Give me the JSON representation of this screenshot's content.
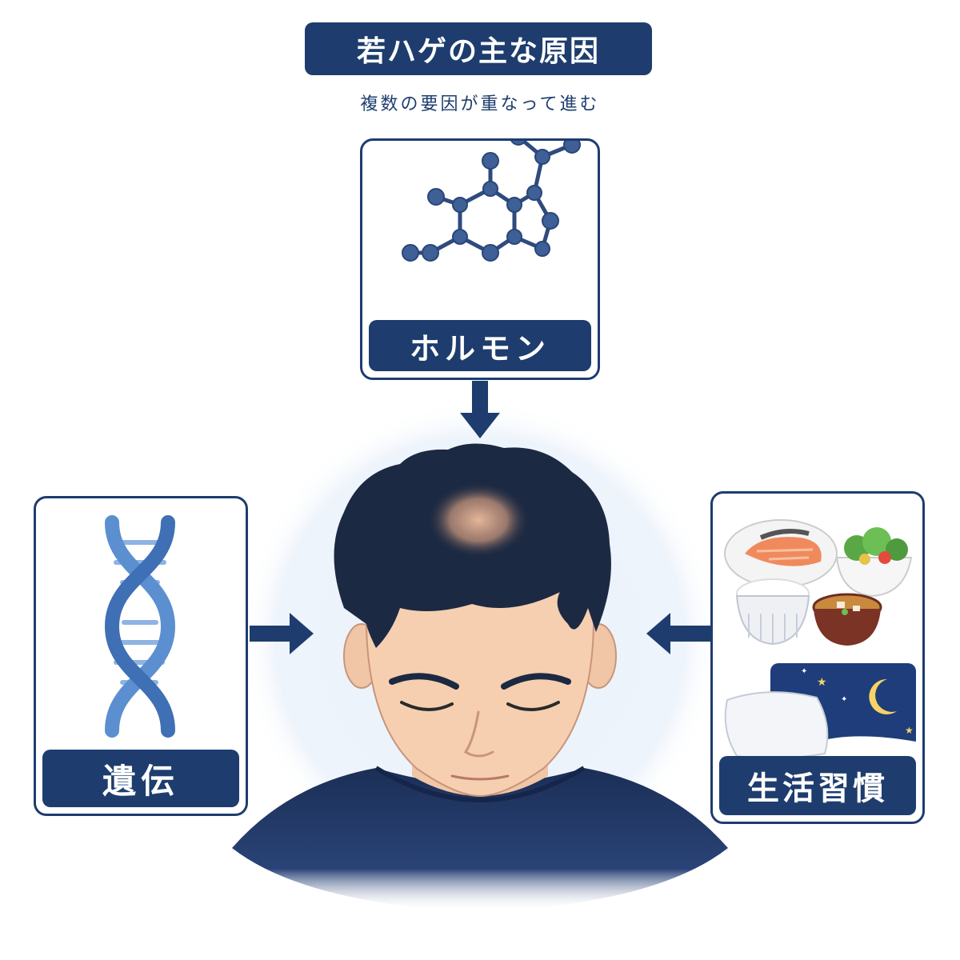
{
  "header": {
    "title": "若ハゲの主な原因",
    "subtitle": "複数の要因が重なって進む"
  },
  "causes": {
    "hormone": {
      "label": "ホルモン"
    },
    "genetics": {
      "label": "遺伝"
    },
    "lifestyle": {
      "label": "生活習慣"
    }
  },
  "colors": {
    "navy": "#1e3d6e",
    "dna_blue": "#5b8fd0",
    "molecule": "#3f5f97",
    "background_circle": "#e9f1fa"
  }
}
